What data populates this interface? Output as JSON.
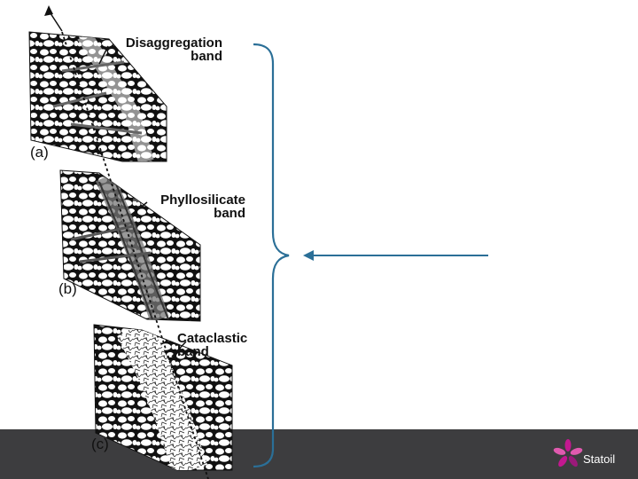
{
  "panels": [
    {
      "letter": "(a)",
      "label_line1": "Disaggregation",
      "label_line2": "band"
    },
    {
      "letter": "(b)",
      "label_line1": "Phyllosilicate",
      "label_line2": "band"
    },
    {
      "letter": "(c)",
      "label_line1": "Cataclastic",
      "label_line2": "band"
    }
  ],
  "logo": {
    "text": "Statoil"
  },
  "colors": {
    "brace": "#2b6f97",
    "arrow": "#2b6f97",
    "footer": "#3d3d3f",
    "logo_petals": [
      "#c2188f",
      "#e05aaf",
      "#9b1a7a"
    ]
  }
}
